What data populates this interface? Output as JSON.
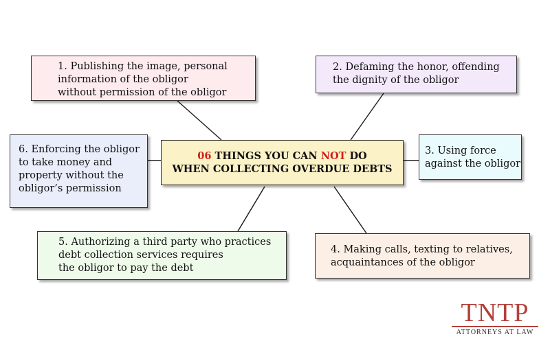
{
  "center": {
    "line1_number": "06",
    "line1_before": " THINGS YOU CAN ",
    "line1_emph": "NOT",
    "line1_after": " DO",
    "line2": "WHEN COLLECTING OVERDUE DEBTS"
  },
  "items": [
    {
      "lines": [
        "1. Publishing the image, personal",
        "information of the obligor",
        "without permission of the obligor"
      ]
    },
    {
      "lines": [
        "2. Defaming the honor, offending",
        "the dignity of the obligor"
      ]
    },
    {
      "lines": [
        "3. Using force",
        "against the obligor"
      ]
    },
    {
      "lines": [
        "4. Making calls, texting to relatives,",
        "acquaintances of the obligor"
      ]
    },
    {
      "lines": [
        "5. Authorizing a third party who practices",
        "debt collection services requires",
        "the obligor to pay the debt"
      ]
    },
    {
      "lines": [
        "6.  Enforcing the obligor",
        "to take money and",
        "property without the",
        "obligor’s permission"
      ]
    }
  ],
  "logo": {
    "mark": "TNTP",
    "subtitle": "ATTORNEYS AT LAW"
  },
  "colors": {
    "emphasis": "#d0201c",
    "logo": "#b4403a"
  }
}
